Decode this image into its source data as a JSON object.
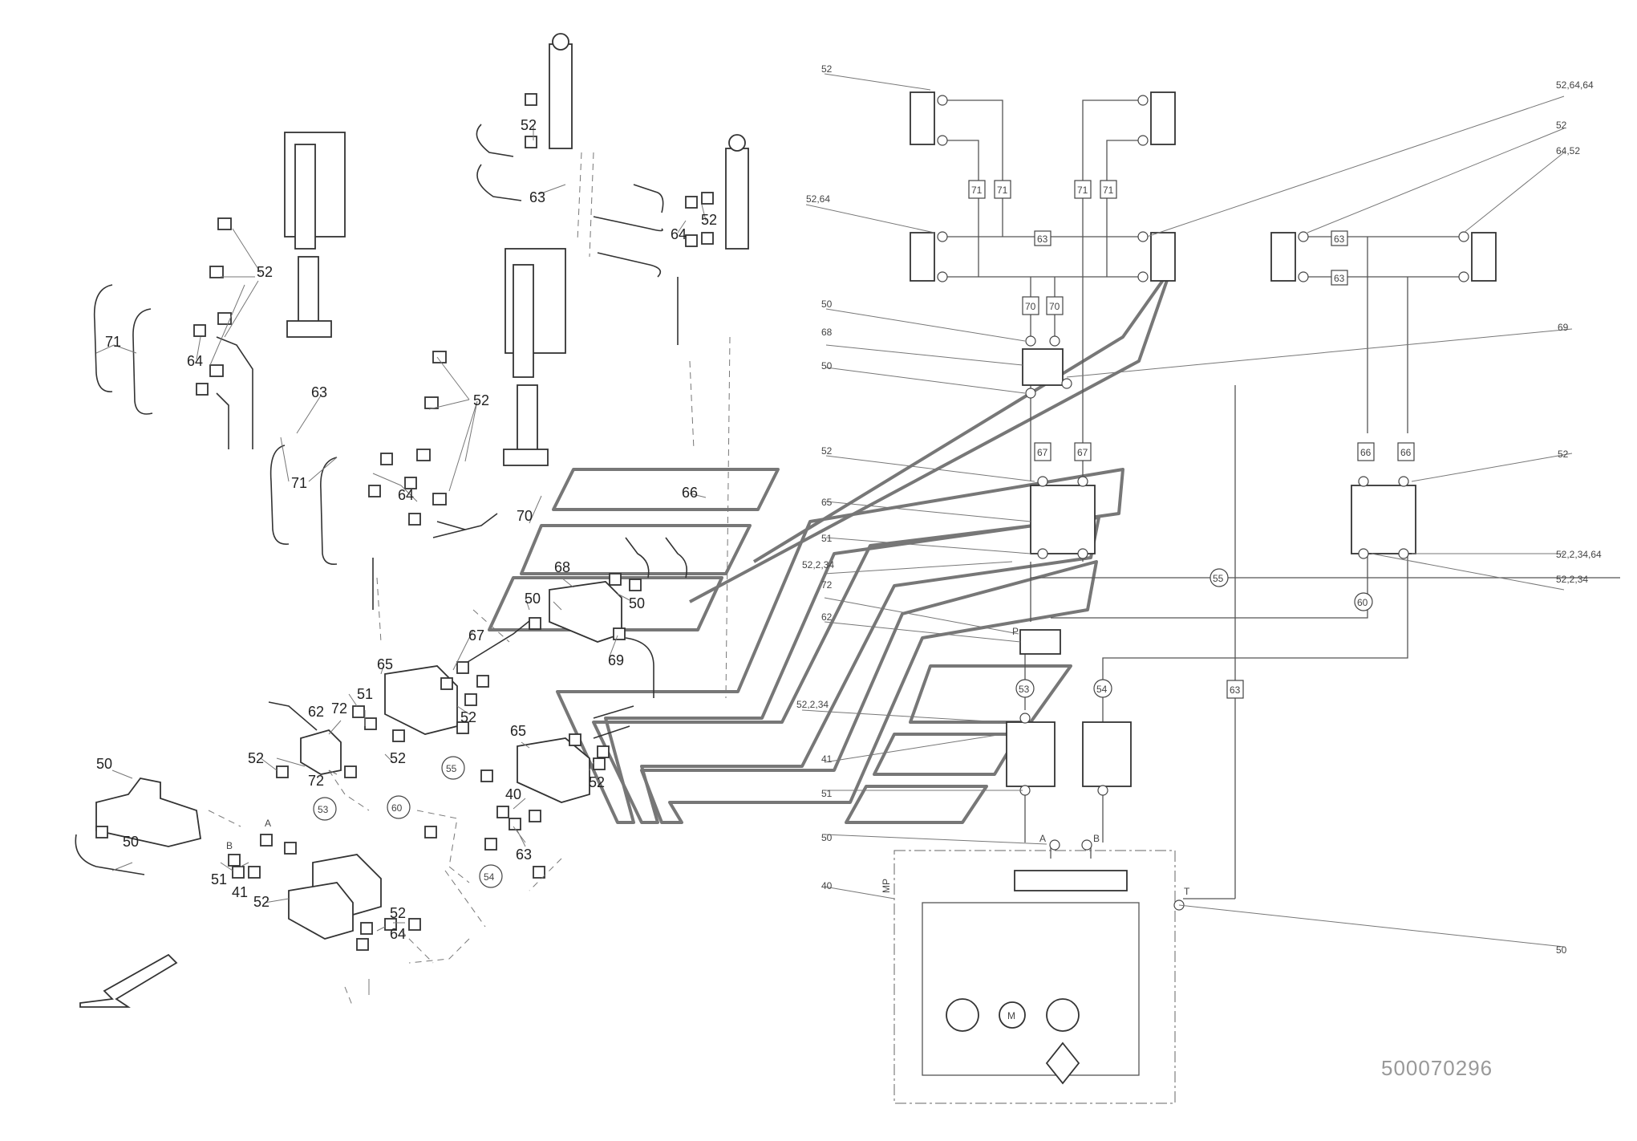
{
  "figure": {
    "document_number": "500070296"
  },
  "assembly_callouts": [
    {
      "key": "a1",
      "text": "52"
    },
    {
      "key": "a2",
      "text": "63"
    },
    {
      "key": "a3",
      "text": "64"
    },
    {
      "key": "a4",
      "text": "52"
    },
    {
      "key": "a5",
      "text": "52"
    },
    {
      "key": "a6",
      "text": "71"
    },
    {
      "key": "a7",
      "text": "64"
    },
    {
      "key": "a8",
      "text": "63"
    },
    {
      "key": "a9",
      "text": "52"
    },
    {
      "key": "a10",
      "text": "71"
    },
    {
      "key": "a11",
      "text": "64"
    },
    {
      "key": "a12",
      "text": "66"
    },
    {
      "key": "a13",
      "text": "70"
    },
    {
      "key": "a14",
      "text": "68"
    },
    {
      "key": "a15",
      "text": "50"
    },
    {
      "key": "a16",
      "text": "50"
    },
    {
      "key": "a17",
      "text": "67"
    },
    {
      "key": "a18",
      "text": "69"
    },
    {
      "key": "a19",
      "text": "65"
    },
    {
      "key": "a20",
      "text": "51"
    },
    {
      "key": "a21",
      "text": "52"
    },
    {
      "key": "a22",
      "text": "62"
    },
    {
      "key": "a23",
      "text": "72"
    },
    {
      "key": "a24",
      "text": "52"
    },
    {
      "key": "a25",
      "text": "72"
    },
    {
      "key": "a26",
      "text": "52"
    },
    {
      "key": "a27",
      "text": "65"
    },
    {
      "key": "a28",
      "text": "52"
    },
    {
      "key": "a29",
      "text": "40"
    },
    {
      "key": "a30",
      "text": "50"
    },
    {
      "key": "a31",
      "text": "50"
    },
    {
      "key": "a32",
      "text": "51"
    },
    {
      "key": "a33",
      "text": "41"
    },
    {
      "key": "a34",
      "text": "52"
    },
    {
      "key": "a35",
      "text": "52"
    },
    {
      "key": "a36",
      "text": "64"
    },
    {
      "key": "a37",
      "text": "63"
    }
  ],
  "circled_callouts": [
    {
      "key": "c1",
      "text": "53"
    },
    {
      "key": "c2",
      "text": "60"
    },
    {
      "key": "c3",
      "text": "55"
    },
    {
      "key": "c4",
      "text": "54"
    }
  ],
  "port_letters": {
    "a": "A",
    "b": "B"
  },
  "schematic_callouts": [
    {
      "key": "s1",
      "text": "52"
    },
    {
      "key": "s2",
      "text": "52,64"
    },
    {
      "key": "s3",
      "text": "50"
    },
    {
      "key": "s4",
      "text": "68"
    },
    {
      "key": "s5",
      "text": "50"
    },
    {
      "key": "s6",
      "text": "52"
    },
    {
      "key": "s7",
      "text": "65"
    },
    {
      "key": "s8",
      "text": "51"
    },
    {
      "key": "s9",
      "text": "52,2,34"
    },
    {
      "key": "s10",
      "text": "72"
    },
    {
      "key": "s11",
      "text": "62"
    },
    {
      "key": "s12",
      "text": "52,2,34"
    },
    {
      "key": "s13",
      "text": "41"
    },
    {
      "key": "s14",
      "text": "51"
    },
    {
      "key": "s15",
      "text": "50"
    },
    {
      "key": "s16",
      "text": "40"
    },
    {
      "key": "s17",
      "text": "52,64,64"
    },
    {
      "key": "s18",
      "text": "52"
    },
    {
      "key": "s19",
      "text": "64,52"
    },
    {
      "key": "s20",
      "text": "69"
    },
    {
      "key": "s21",
      "text": "52"
    },
    {
      "key": "s22",
      "text": "52,2,34,64"
    },
    {
      "key": "s23",
      "text": "52,2,34"
    },
    {
      "key": "s24",
      "text": "50"
    }
  ],
  "line_tags": [
    {
      "key": "t1",
      "text": "71"
    },
    {
      "key": "t2",
      "text": "71"
    },
    {
      "key": "t3",
      "text": "71"
    },
    {
      "key": "t4",
      "text": "71"
    },
    {
      "key": "t5",
      "text": "63"
    },
    {
      "key": "t6",
      "text": "63"
    },
    {
      "key": "t7",
      "text": "63"
    },
    {
      "key": "t8",
      "text": "70"
    },
    {
      "key": "t9",
      "text": "70"
    },
    {
      "key": "t10",
      "text": "67"
    },
    {
      "key": "t11",
      "text": "67"
    },
    {
      "key": "t12",
      "text": "66"
    },
    {
      "key": "t13",
      "text": "66"
    },
    {
      "key": "t14",
      "text": "63"
    }
  ],
  "schematic_circles": [
    {
      "key": "k1",
      "text": "55"
    },
    {
      "key": "k2",
      "text": "60"
    },
    {
      "key": "k3",
      "text": "53"
    },
    {
      "key": "k4",
      "text": "54"
    }
  ],
  "schematic_port_labels": {
    "a": "A",
    "b": "B",
    "t": "T",
    "mp": "MP",
    "motor": "M",
    "lever": "P"
  }
}
